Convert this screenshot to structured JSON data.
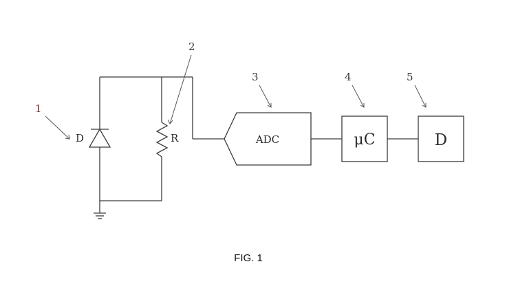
{
  "figure": {
    "caption": "FIG. 1",
    "reference_numerals": {
      "diode": "1",
      "resistor": "2",
      "adc": "3",
      "microcontroller": "4",
      "display": "5"
    },
    "components": {
      "diode_label": "D",
      "resistor_label": "R",
      "adc_label": "ADC",
      "microcontroller_label": "μC",
      "display_label": "D"
    },
    "colors": {
      "line": "#3a3a3a",
      "numeral_1": "#7a2a2a",
      "text": "#2a2a2a"
    }
  }
}
